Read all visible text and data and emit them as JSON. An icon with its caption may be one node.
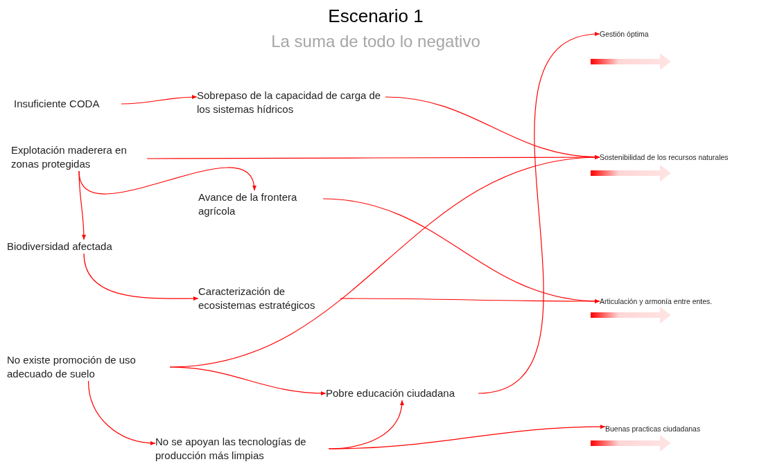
{
  "diagram": {
    "title": "Escenario 1",
    "nodes": [
      {
        "text": [
          "Insuficiente CODA"
        ]
      },
      {
        "text": [
          "Sobrepaso de la capacidad de carga de los sistemas hídricos"
        ]
      },
      {
        "text": [
          "Explotación maderera en zonas protegidas"
        ]
      },
      {
        "text": [
          "Avance de la frontera agrícola"
        ]
      },
      {
        "text": [
          "Biodiversidad afectada"
        ]
      },
      {
        "text": [
          "Caracterización de ecosistemas estratégicos"
        ]
      },
      {
        "text": [
          "No existe promoción de uso adecuado de suelo"
        ]
      },
      {
        "text": [
          "Pobre educación ciudadana"
        ]
      },
      {
        "text": [
          "No se apoyan las tecnologías de producción más limpias"
        ]
      },
      {
        "text": [
          "Gestión óptima"
        ]
      },
      {
        "text": [
          "Sostenibilidad de los recursos naturales"
        ]
      },
      {
        "text": [
          "Articulación y armonía entre entes."
        ]
      },
      {
        "text": [
          "Buenas practicas ciudadanas"
        ]
      }
    ],
    "edges": [
      {
        "from": 0,
        "to": 1,
        "arrow": "to"
      },
      {
        "from": 1,
        "to": 10,
        "arrow": "to"
      },
      {
        "from": 2,
        "to": 10,
        "arrow": "to"
      },
      {
        "from": 2,
        "to": 3,
        "arrow": "to"
      },
      {
        "from": 2,
        "to": 4,
        "arrow": "to"
      },
      {
        "from": 3,
        "to": 11,
        "arrow": "to"
      },
      {
        "from": 4,
        "to": 5,
        "arrow": "to"
      },
      {
        "from": 5,
        "to": 11,
        "arrow": "to"
      },
      {
        "from": 6,
        "to": 10,
        "arrow": "to"
      },
      {
        "from": 6,
        "to": 7,
        "arrow": "to"
      },
      {
        "from": 6,
        "to": 8,
        "arrow": "to"
      },
      {
        "from": 8,
        "to": 7,
        "arrow": "to"
      },
      {
        "from": 8,
        "to": 12,
        "arrow": "to"
      },
      {
        "from": 7,
        "to": 9,
        "arrow": "to"
      }
    ],
    "labels": [
      "La suma de todo lo negativo"
    ]
  }
}
